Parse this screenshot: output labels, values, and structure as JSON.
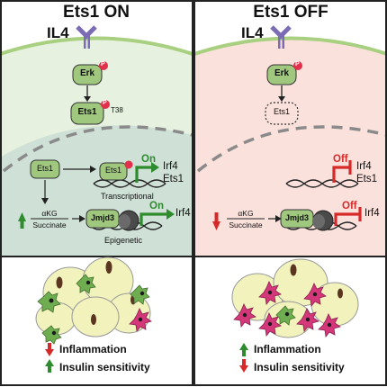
{
  "left_panel": {
    "title": "Ets1 ON",
    "ligand": "IL4",
    "kinase": "Erk",
    "tf": "Ets1",
    "phospho_mark": "P",
    "phospho_site": "T38",
    "nuclear_tf": "Ets1",
    "nuclear_tf_bound": "Ets1",
    "switch_1": "On",
    "targets_1": [
      "Irf4",
      "Ets1"
    ],
    "mechanism_1": "Transcriptional",
    "metabolite_top": "αKG",
    "metabolite_bottom": "Succinate",
    "enzyme": "Jmjd3",
    "switch_2": "On",
    "target_2": "Irf4",
    "mechanism_2": "Epigenetic",
    "outcomes": [
      "Inflammation",
      "Insulin sensitivity"
    ],
    "outcome_directions": [
      "down",
      "up"
    ]
  },
  "right_panel": {
    "title": "Ets1 OFF",
    "ligand": "IL4",
    "kinase": "Erk",
    "phospho_mark": "P",
    "tf_absent": "Ets1",
    "switch_1": "Off",
    "targets_1": [
      "Irf4",
      "Ets1"
    ],
    "metabolite_top": "αKG",
    "metabolite_bottom": "Succinate",
    "enzyme": "Jmjd3",
    "switch_2": "Off",
    "target_2": "Irf4",
    "outcomes": [
      "Inflammation",
      "Insulin sensitivity"
    ],
    "outcome_directions": [
      "up",
      "down"
    ]
  },
  "colors": {
    "left_cytoplasm": "#e6f2df",
    "left_nucleus": "#cfe0d6",
    "right_cytoplasm": "#fbe1dc",
    "right_nucleus": "#fbe1dc",
    "membrane": "#a8d080",
    "protein_fill": "#9fc87e",
    "phospho": "#e0304a",
    "receptor": "#7b6bb5",
    "on_green": "#2e8b2e",
    "off_red": "#d62a2a",
    "adipocyte": "#f1f2bc",
    "macrophage_m2": "#6fae50",
    "macrophage_m1": "#d4387a"
  }
}
